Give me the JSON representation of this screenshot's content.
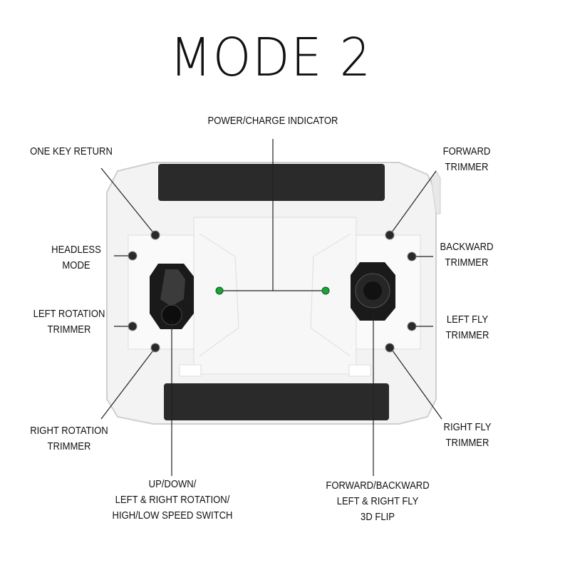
{
  "title": "MODE 2",
  "labels": {
    "power": [
      "POWER/CHARGE INDICATOR"
    ],
    "one_key_return": [
      "ONE KEY RETURN"
    ],
    "headless": [
      "HEADLESS",
      "MODE"
    ],
    "left_rotation": [
      "LEFT ROTATION",
      "TRIMMER"
    ],
    "right_rotation": [
      "RIGHT ROTATION",
      "TRIMMER"
    ],
    "left_stick": [
      "UP/DOWN/",
      "LEFT & RIGHT ROTATION/",
      "HIGH/LOW SPEED SWITCH"
    ],
    "right_stick": [
      "FORWARD/BACKWARD",
      "LEFT & RIGHT FLY",
      "3D FLIP"
    ],
    "forward_trimmer": [
      "FORWARD",
      "TRIMMER"
    ],
    "backward_trimmer": [
      "BACKWARD",
      "TRIMMER"
    ],
    "left_fly": [
      "LEFT FLY",
      "TRIMMER"
    ],
    "right_fly": [
      "RIGHT FLY",
      "TRIMMER"
    ]
  },
  "colors": {
    "led": "#1aa33a",
    "body": "#f2f2f2",
    "dark": "#2a2a2a"
  }
}
